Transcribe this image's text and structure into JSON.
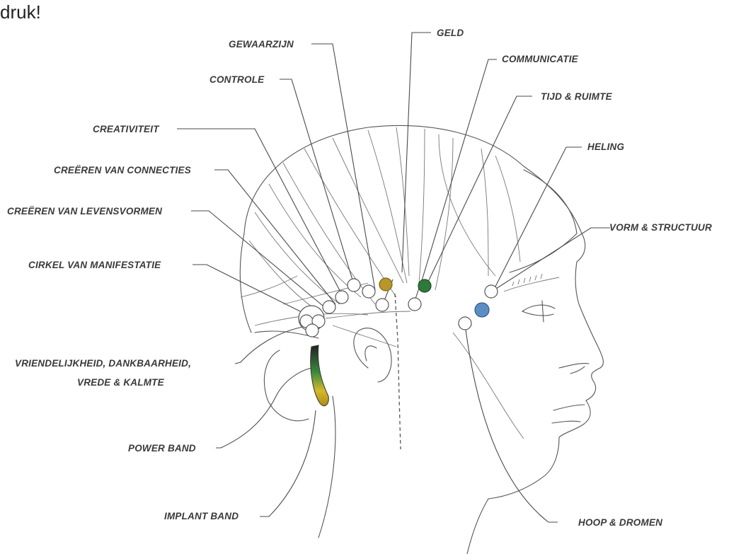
{
  "top_fragment": "druk!",
  "labels": {
    "gewaarzijn": "GEWAARZIJN",
    "geld": "GELD",
    "controle": "CONTROLE",
    "communicatie": "COMMUNICATIE",
    "tijd_ruimte": "TIJD & RUIMTE",
    "creativiteit": "CREATIVITEIT",
    "heling": "HELING",
    "creeren_connecties": "CREËREN VAN CONNECTIES",
    "creeren_levensvormen": "CREËREN VAN LEVENSVORMEN",
    "vorm_structuur": "VORM & STRUCTUUR",
    "cirkel_manifestatie": "CIRKEL VAN MANIFESTATIE",
    "vriendelijkheid_line1": "VRIENDELIJKHEID, DANKBAARHEID,",
    "vriendelijkheid_line2": "VREDE & KALMTE",
    "power_band": "POWER BAND",
    "implant_band": "IMPLANT BAND",
    "hoop_dromen": "HOOP & DROMEN"
  },
  "colors": {
    "geld_point": "#b8962a",
    "communicatie_point": "#2f7a3a",
    "vorm_structuur_point": "#5b8fc4",
    "power_band_top": "#222222",
    "power_band_mid": "#3c8a3c",
    "power_band_bottom": "#d4b92a"
  }
}
